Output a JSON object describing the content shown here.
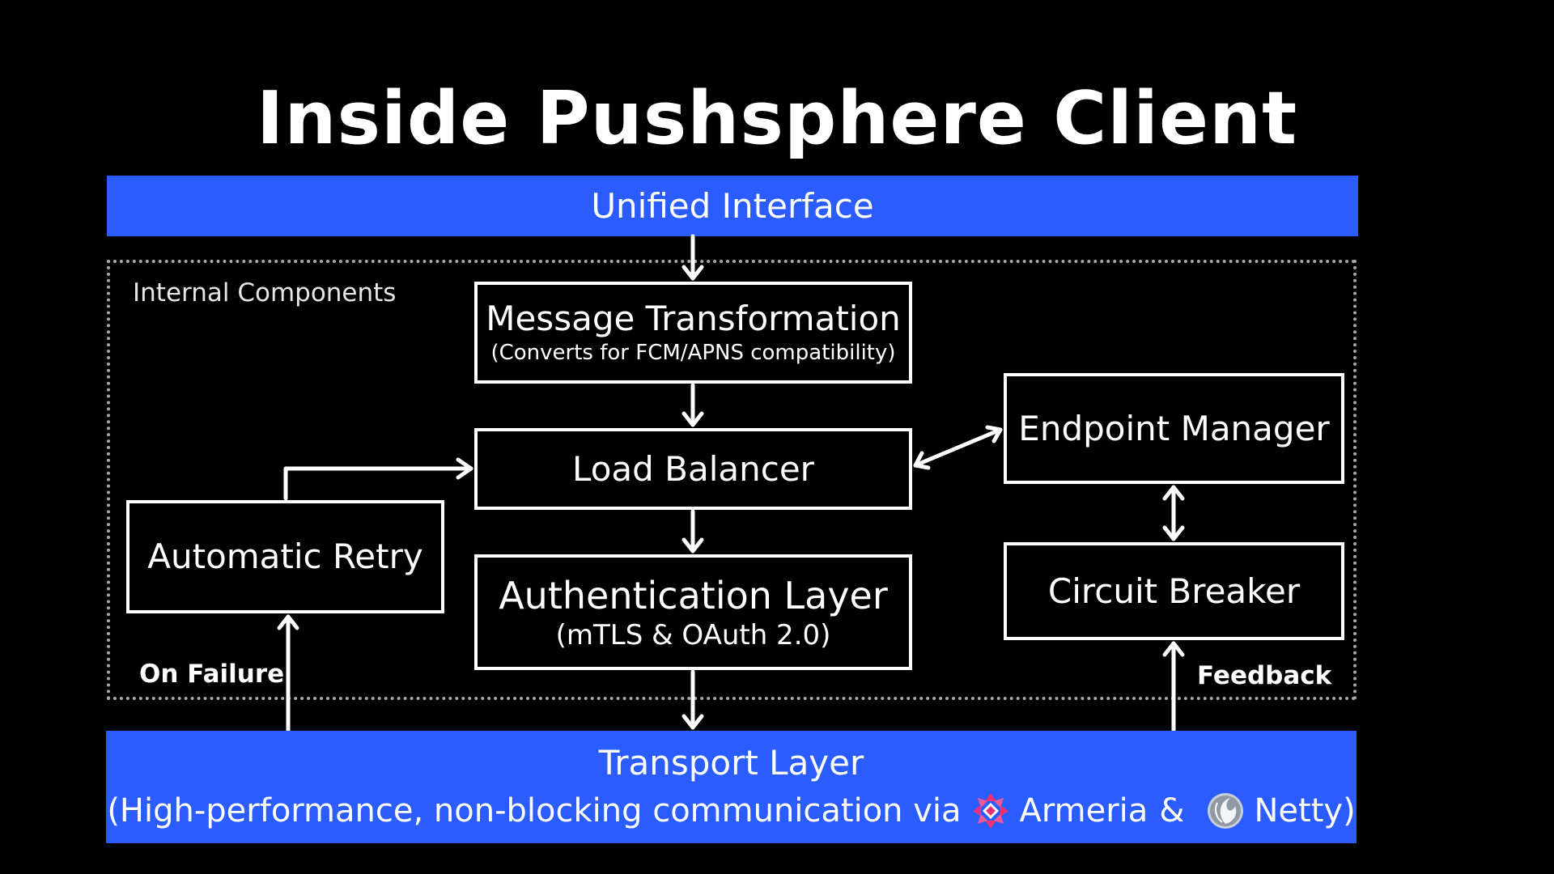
{
  "title": "Inside Pushsphere Client",
  "top_band": {
    "label": "Unified Interface"
  },
  "group": {
    "label": "Internal Components"
  },
  "nodes": {
    "message_transformation": {
      "title": "Message Transformation",
      "subtitle": "(Converts for FCM/APNS compatibility)"
    },
    "load_balancer": {
      "title": "Load Balancer"
    },
    "authentication_layer": {
      "title": "Authentication Layer",
      "subtitle": "(mTLS & OAuth 2.0)"
    },
    "automatic_retry": {
      "title": "Automatic Retry"
    },
    "endpoint_manager": {
      "title": "Endpoint Manager"
    },
    "circuit_breaker": {
      "title": "Circuit Breaker"
    }
  },
  "edge_labels": {
    "on_failure": "On Failure",
    "feedback": "Feedback"
  },
  "bottom_band": {
    "title": "Transport Layer",
    "desc_prefix": "(High-performance, non-blocking communication via",
    "lib1": "Armeria",
    "connector": "&",
    "lib2": "Netty)",
    "lib1_icon": "armeria-logo-icon",
    "lib2_icon": "netty-logo-icon"
  },
  "colors": {
    "band_blue": "#2a5cff",
    "background": "#000000",
    "foreground": "#ffffff",
    "armeria_pink": "#e8317a",
    "netty_gray": "#9aa4ae"
  }
}
